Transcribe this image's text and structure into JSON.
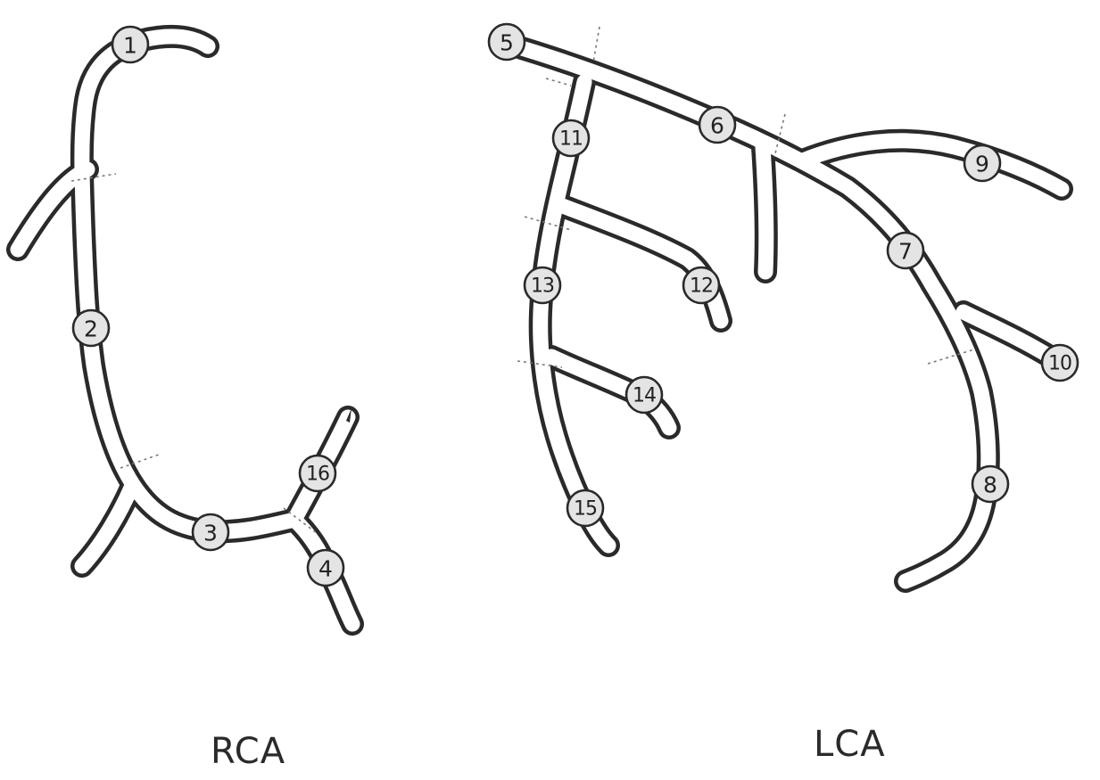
{
  "labels": {
    "rca": "RCA",
    "lca": "LCA"
  },
  "segments": [
    {
      "id": "seg-1",
      "label": "1"
    },
    {
      "id": "seg-2",
      "label": "2"
    },
    {
      "id": "seg-3",
      "label": "3"
    },
    {
      "id": "seg-4",
      "label": "4"
    },
    {
      "id": "seg-16",
      "label": "16"
    },
    {
      "id": "seg-5",
      "label": "5"
    },
    {
      "id": "seg-6",
      "label": "6"
    },
    {
      "id": "seg-7",
      "label": "7"
    },
    {
      "id": "seg-8",
      "label": "8"
    },
    {
      "id": "seg-9",
      "label": "9"
    },
    {
      "id": "seg-10",
      "label": "10"
    },
    {
      "id": "seg-11",
      "label": "11"
    },
    {
      "id": "seg-12",
      "label": "12"
    },
    {
      "id": "seg-13",
      "label": "13"
    },
    {
      "id": "seg-14",
      "label": "14"
    },
    {
      "id": "seg-15",
      "label": "15"
    }
  ]
}
